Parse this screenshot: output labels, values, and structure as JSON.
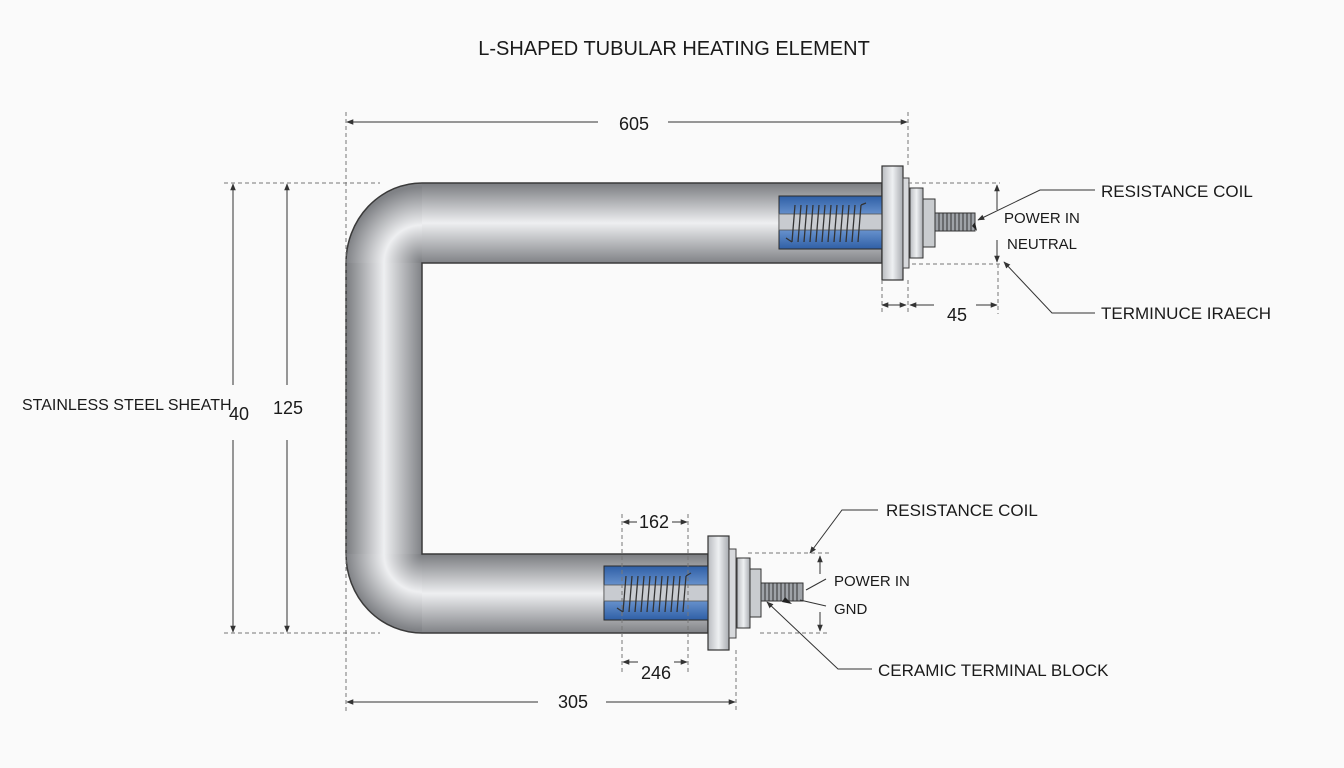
{
  "title": "L-SHAPED TUBULAR HEATING ELEMENT",
  "dimensions": {
    "overall_length_top": "605",
    "inner_height": "40",
    "overall_height": "125",
    "terminal_length": "45",
    "coil_length": "162",
    "coil_offset": "246",
    "overall_length_bottom": "305"
  },
  "labels": {
    "sheath": "STAINLESS STEEL SHEATH",
    "coil_top": "RESISTANCE COIL",
    "power_in_top": "POWER IN",
    "neutral": "NEUTRAL",
    "terminal_top": "TERMINUCE IRAECH",
    "coil_bottom": "RESISTANCE COIL",
    "power_in_bottom": "POWER IN",
    "gnd": "GND",
    "terminal_block": "CERAMIC TERMINAL BLOCK"
  },
  "colors": {
    "sheath_dark": "#7a7c80",
    "sheath_light": "#eeeff1",
    "insulation_blue": "#4d7fc4",
    "background": "#fafafa"
  }
}
